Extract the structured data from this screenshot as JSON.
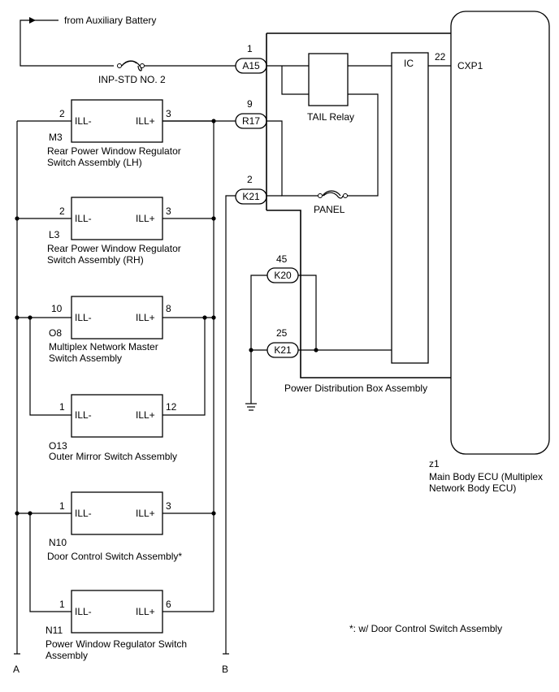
{
  "battery_label": "from Auxiliary Battery",
  "fuse_inp_std": "INP-STD NO. 2",
  "connectors": {
    "a15": {
      "pin": "1",
      "label": "A15"
    },
    "r17": {
      "pin": "9",
      "label": "R17"
    },
    "k21_top": {
      "pin": "2",
      "label": "K21"
    },
    "k20": {
      "pin": "45",
      "label": "K20"
    },
    "k21_bottom": {
      "pin": "25",
      "label": "K21"
    }
  },
  "pdb": {
    "tail_relay": "TAIL Relay",
    "panel": "PANEL",
    "ic": "IC",
    "title": "Power Distribution Box Assembly"
  },
  "ecu": {
    "pin": "22",
    "terminal": "CXP1",
    "code": "z1",
    "name_line1": "Main Body ECU (Multiplex",
    "name_line2": "Network Body ECU)"
  },
  "switches": [
    {
      "code": "M3",
      "pin_minus": "2",
      "pin_plus": "3",
      "term_minus": "ILL-",
      "term_plus": "ILL+",
      "name_line1": "Rear Power Window Regulator",
      "name_line2": "Switch Assembly (LH)"
    },
    {
      "code": "L3",
      "pin_minus": "2",
      "pin_plus": "3",
      "term_minus": "ILL-",
      "term_plus": "ILL+",
      "name_line1": "Rear Power Window Regulator",
      "name_line2": "Switch Assembly (RH)"
    },
    {
      "code": "O8",
      "pin_minus": "10",
      "pin_plus": "8",
      "term_minus": "ILL-",
      "term_plus": "ILL+",
      "name_line1": "Multiplex Network Master",
      "name_line2": "Switch Assembly"
    },
    {
      "code": "O13",
      "pin_minus": "1",
      "pin_plus": "12",
      "term_minus": "ILL-",
      "term_plus": "ILL+",
      "name_line1": "Outer Mirror Switch Assembly",
      "name_line2": ""
    },
    {
      "code": "N10",
      "pin_minus": "1",
      "pin_plus": "3",
      "term_minus": "ILL-",
      "term_plus": "ILL+",
      "name_line1": "Door Control Switch Assembly*",
      "name_line2": ""
    },
    {
      "code": "N11",
      "pin_minus": "1",
      "pin_plus": "6",
      "term_minus": "ILL-",
      "term_plus": "ILL+",
      "name_line1": "Power Window Regulator Switch",
      "name_line2": "Assembly"
    }
  ],
  "bus_labels": {
    "a": "A",
    "b": "B"
  },
  "footnote": "*: w/ Door Control Switch Assembly"
}
